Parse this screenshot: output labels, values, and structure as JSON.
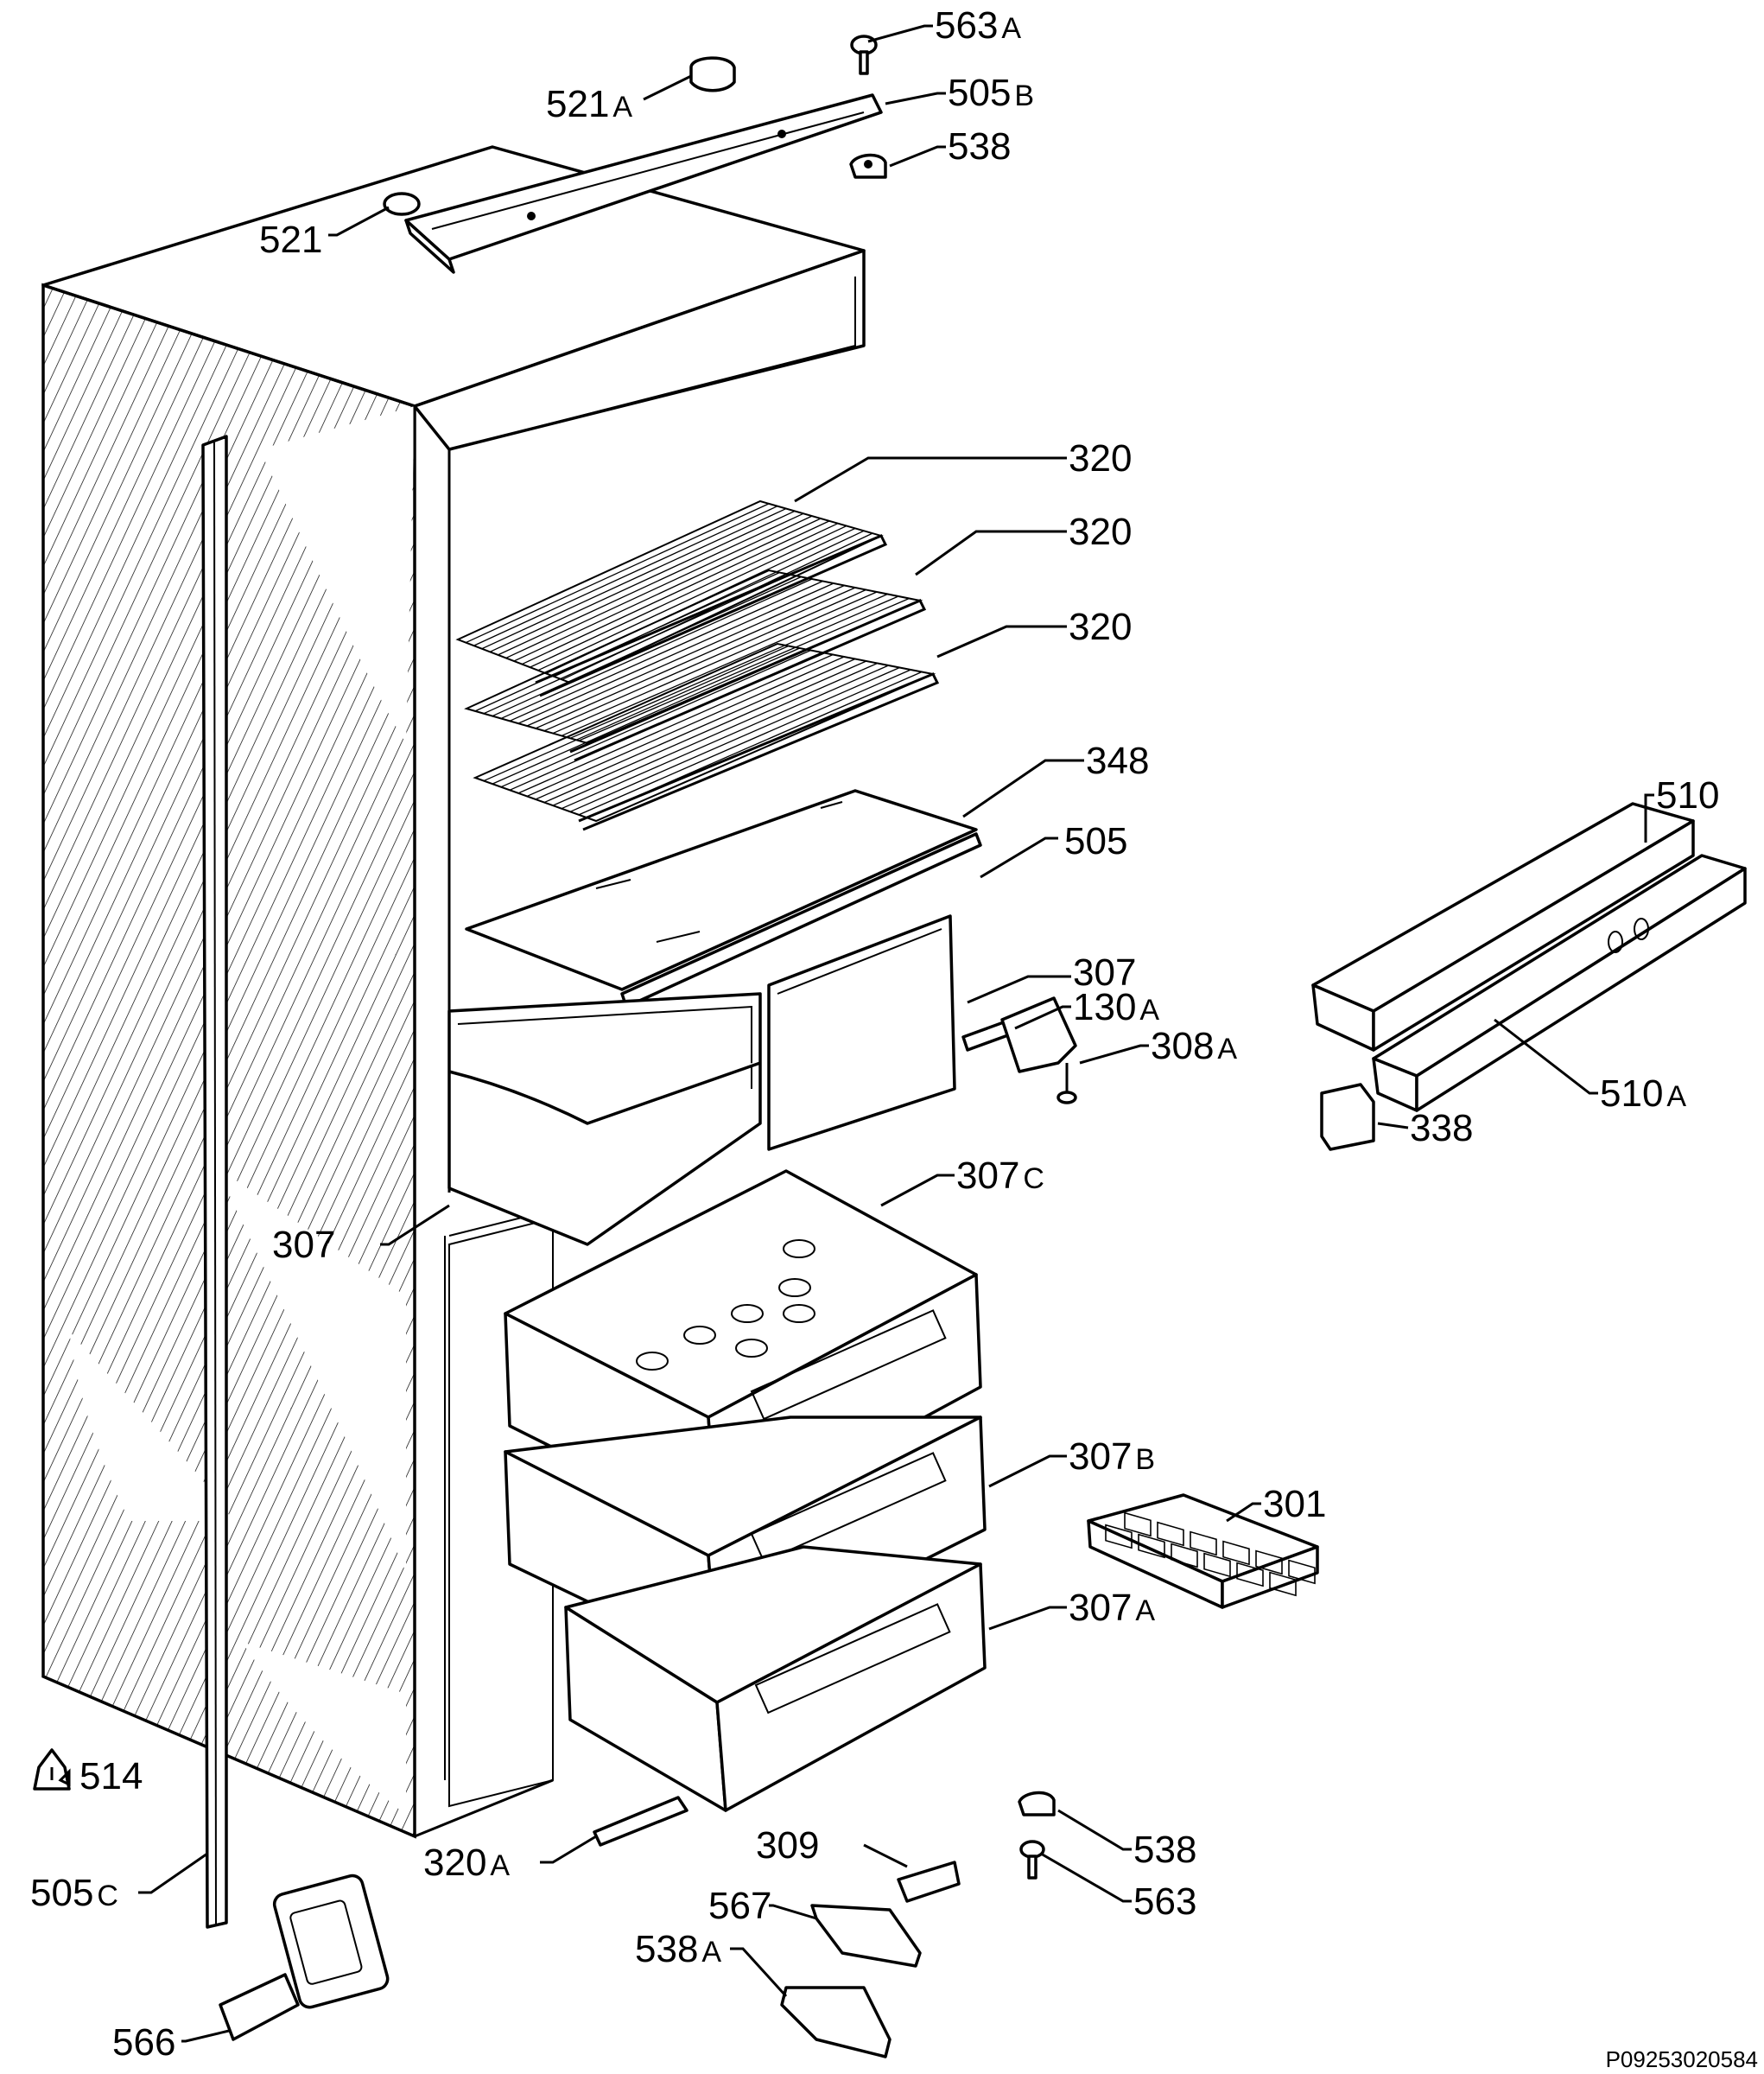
{
  "callouts": [
    {
      "id": "563a",
      "num": "563",
      "suffix": "A"
    },
    {
      "id": "521a",
      "num": "521",
      "suffix": "A"
    },
    {
      "id": "505b",
      "num": "505",
      "suffix": "B"
    },
    {
      "id": "538-top",
      "num": "538",
      "suffix": ""
    },
    {
      "id": "521",
      "num": "521",
      "suffix": ""
    },
    {
      "id": "320-1",
      "num": "320",
      "suffix": ""
    },
    {
      "id": "320-2",
      "num": "320",
      "suffix": ""
    },
    {
      "id": "320-3",
      "num": "320",
      "suffix": ""
    },
    {
      "id": "348",
      "num": "348",
      "suffix": ""
    },
    {
      "id": "505",
      "num": "505",
      "suffix": ""
    },
    {
      "id": "510",
      "num": "510",
      "suffix": ""
    },
    {
      "id": "307-right",
      "num": "307",
      "suffix": ""
    },
    {
      "id": "130a",
      "num": "130",
      "suffix": "A"
    },
    {
      "id": "308a",
      "num": "308",
      "suffix": "A"
    },
    {
      "id": "510a",
      "num": "510",
      "suffix": "A"
    },
    {
      "id": "338",
      "num": "338",
      "suffix": ""
    },
    {
      "id": "307c",
      "num": "307",
      "suffix": "C"
    },
    {
      "id": "307-left",
      "num": "307",
      "suffix": ""
    },
    {
      "id": "307b",
      "num": "307",
      "suffix": "B"
    },
    {
      "id": "301",
      "num": "301",
      "suffix": ""
    },
    {
      "id": "307a",
      "num": "307",
      "suffix": "A"
    },
    {
      "id": "514",
      "num": "514",
      "suffix": ""
    },
    {
      "id": "309",
      "num": "309",
      "suffix": ""
    },
    {
      "id": "538-bottom",
      "num": "538",
      "suffix": ""
    },
    {
      "id": "563",
      "num": "563",
      "suffix": ""
    },
    {
      "id": "320a",
      "num": "320",
      "suffix": "A"
    },
    {
      "id": "505c",
      "num": "505",
      "suffix": "C"
    },
    {
      "id": "567",
      "num": "567",
      "suffix": ""
    },
    {
      "id": "538a",
      "num": "538",
      "suffix": "A"
    },
    {
      "id": "566",
      "num": "566",
      "suffix": ""
    }
  ],
  "document_code": "P09253020584"
}
